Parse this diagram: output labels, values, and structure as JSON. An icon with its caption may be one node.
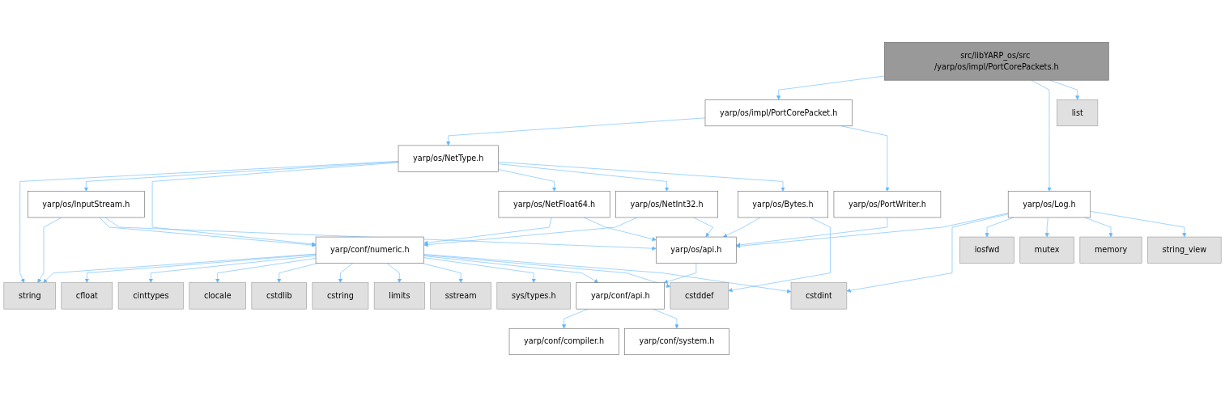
{
  "diagram": {
    "nodes": [
      {
        "text": [
          "src/libYARP_os/src /yarp/os/impl/PortCorePackets.h"
        ]
      },
      {
        "text": [
          "yarp/os/impl/PortCorePacket.h"
        ]
      },
      {
        "text": [
          "list"
        ]
      },
      {
        "text": [
          "yarp/os/Log.h"
        ]
      },
      {
        "text": [
          "yarp/os/NetType.h"
        ]
      },
      {
        "text": [
          "yarp/os/PortWriter.h"
        ]
      },
      {
        "text": [
          "yarp/os/InputStream.h"
        ]
      },
      {
        "text": [
          "yarp/os/NetFloat64.h"
        ]
      },
      {
        "text": [
          "yarp/os/NetInt32.h"
        ]
      },
      {
        "text": [
          "yarp/os/Bytes.h"
        ]
      },
      {
        "text": [
          "yarp/conf/numeric.h"
        ]
      },
      {
        "text": [
          "yarp/os/api.h"
        ]
      },
      {
        "text": [
          "iosfwd"
        ]
      },
      {
        "text": [
          "mutex"
        ]
      },
      {
        "text": [
          "memory"
        ]
      },
      {
        "text": [
          "string_view"
        ]
      },
      {
        "text": [
          "string"
        ]
      },
      {
        "text": [
          "cfloat"
        ]
      },
      {
        "text": [
          "cinttypes"
        ]
      },
      {
        "text": [
          "clocale"
        ]
      },
      {
        "text": [
          "cstdlib"
        ]
      },
      {
        "text": [
          "cstring"
        ]
      },
      {
        "text": [
          "limits"
        ]
      },
      {
        "text": [
          "sstream"
        ]
      },
      {
        "text": [
          "sys/types.h"
        ]
      },
      {
        "text": [
          "yarp/conf/api.h"
        ]
      },
      {
        "text": [
          "cstddef"
        ]
      },
      {
        "text": [
          "cstdint"
        ]
      },
      {
        "text": [
          "yarp/conf/compiler.h"
        ]
      },
      {
        "text": [
          "yarp/conf/system.h"
        ]
      }
    ],
    "edges": [
      {
        "from": 0,
        "to": 1,
        "arrow": "to"
      },
      {
        "from": 0,
        "to": 3,
        "arrow": "to"
      },
      {
        "from": 0,
        "to": 2,
        "arrow": "to"
      },
      {
        "from": 1,
        "to": 4,
        "arrow": "to"
      },
      {
        "from": 1,
        "to": 5,
        "arrow": "to"
      },
      {
        "from": 4,
        "to": 16,
        "arrow": "to"
      },
      {
        "from": 4,
        "to": 6,
        "arrow": "to"
      },
      {
        "from": 4,
        "to": 10,
        "arrow": "to"
      },
      {
        "from": 4,
        "to": 7,
        "arrow": "to"
      },
      {
        "from": 4,
        "to": 8,
        "arrow": "to"
      },
      {
        "from": 4,
        "to": 9,
        "arrow": "to"
      },
      {
        "from": 5,
        "to": 11,
        "arrow": "to"
      },
      {
        "from": 3,
        "to": 11,
        "arrow": "to"
      },
      {
        "from": 3,
        "to": 27,
        "arrow": "to"
      },
      {
        "from": 3,
        "to": 12,
        "arrow": "to"
      },
      {
        "from": 3,
        "to": 13,
        "arrow": "to"
      },
      {
        "from": 3,
        "to": 14,
        "arrow": "to"
      },
      {
        "from": 3,
        "to": 15,
        "arrow": "to"
      },
      {
        "from": 6,
        "to": 16,
        "arrow": "to"
      },
      {
        "from": 6,
        "to": 10,
        "arrow": "to"
      },
      {
        "from": 6,
        "to": 11,
        "arrow": "to"
      },
      {
        "from": 7,
        "to": 10,
        "arrow": "to"
      },
      {
        "from": 7,
        "to": 11,
        "arrow": "to"
      },
      {
        "from": 8,
        "to": 10,
        "arrow": "to"
      },
      {
        "from": 8,
        "to": 11,
        "arrow": "to"
      },
      {
        "from": 9,
        "to": 11,
        "arrow": "to"
      },
      {
        "from": 9,
        "to": 26,
        "arrow": "to"
      },
      {
        "from": 10,
        "to": 16,
        "arrow": "to"
      },
      {
        "from": 10,
        "to": 17,
        "arrow": "to"
      },
      {
        "from": 10,
        "to": 18,
        "arrow": "to"
      },
      {
        "from": 10,
        "to": 19,
        "arrow": "to"
      },
      {
        "from": 10,
        "to": 20,
        "arrow": "to"
      },
      {
        "from": 10,
        "to": 21,
        "arrow": "to"
      },
      {
        "from": 10,
        "to": 22,
        "arrow": "to"
      },
      {
        "from": 10,
        "to": 23,
        "arrow": "to"
      },
      {
        "from": 10,
        "to": 24,
        "arrow": "to"
      },
      {
        "from": 10,
        "to": 25,
        "arrow": "to"
      },
      {
        "from": 10,
        "to": 26,
        "arrow": "to"
      },
      {
        "from": 10,
        "to": 27,
        "arrow": "to"
      },
      {
        "from": 11,
        "to": 25,
        "arrow": "to"
      },
      {
        "from": 25,
        "to": 28,
        "arrow": "to"
      },
      {
        "from": 25,
        "to": 29,
        "arrow": "to"
      }
    ]
  }
}
